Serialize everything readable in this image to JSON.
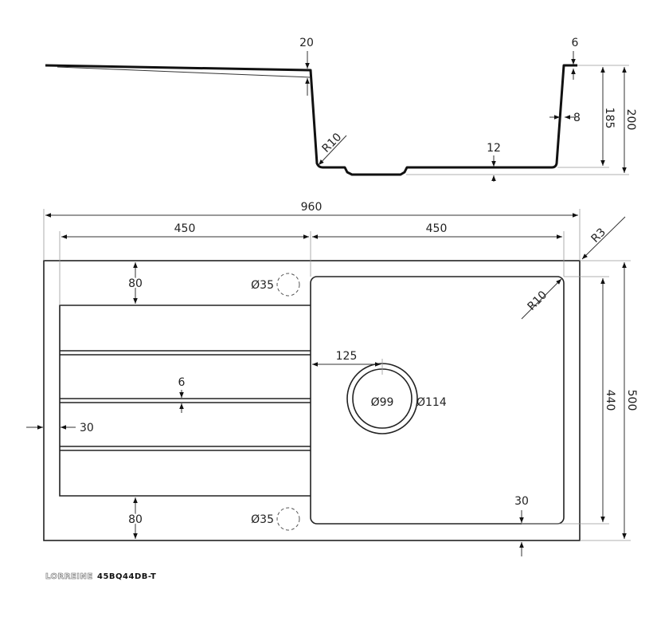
{
  "title": "Sink technical drawing",
  "section_view": {
    "dims": {
      "rim_thickness": "20",
      "lip": "6",
      "wall": "8",
      "bowl_depth": "185",
      "total_depth": "200",
      "bottom_step": "12",
      "corner_radius": "R10"
    }
  },
  "plan_view": {
    "dims": {
      "overall_width": "960",
      "drainer_width": "450",
      "bowl_width": "450",
      "overall_depth": "500",
      "bowl_depth": "440",
      "top_margin": "80",
      "bottom_margin": "80",
      "rib_gap": "6",
      "edge_offset": "30",
      "waste_offset": "125",
      "waste_inner": "Ø99",
      "waste_outer": "Ø114",
      "tap_hole_top": "Ø35",
      "tap_hole_bottom": "Ø35",
      "outer_radius": "R3",
      "bowl_radius": "R10",
      "bowl_bottom_margin": "30"
    }
  },
  "brand": {
    "name": "LORREINE",
    "model": "45BQ44DB-T"
  }
}
